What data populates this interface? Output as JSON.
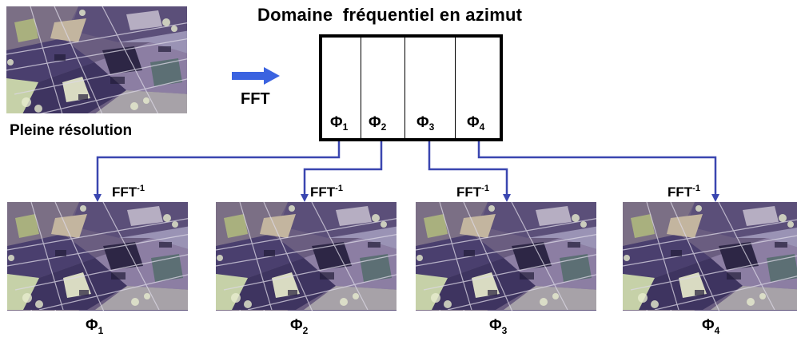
{
  "title": "Domaine  fréquentiel en azimut",
  "input_caption": "Pleine résolution",
  "fft_label": "FFT",
  "fft_inverse": {
    "base": "FFT",
    "exp": "-1"
  },
  "phi_symbol": "Φ",
  "bands": [
    {
      "sub": "1"
    },
    {
      "sub": "2"
    },
    {
      "sub": "3"
    },
    {
      "sub": "4"
    }
  ],
  "colors": {
    "arrow": "#3a46b0",
    "fft_arrow": "#3b63e0",
    "box": "#000000"
  },
  "icons": {
    "fft_arrow": "right-arrow-icon"
  }
}
